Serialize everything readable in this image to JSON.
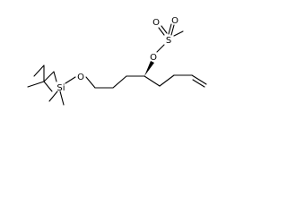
{
  "structure": {
    "atoms": {
      "silicon": "Si",
      "ether_oxygen": "O",
      "ester_oxygen": "O",
      "sulfur": "S",
      "sulfonyl_oxygen_1": "O",
      "sulfonyl_oxygen_2": "O"
    }
  }
}
